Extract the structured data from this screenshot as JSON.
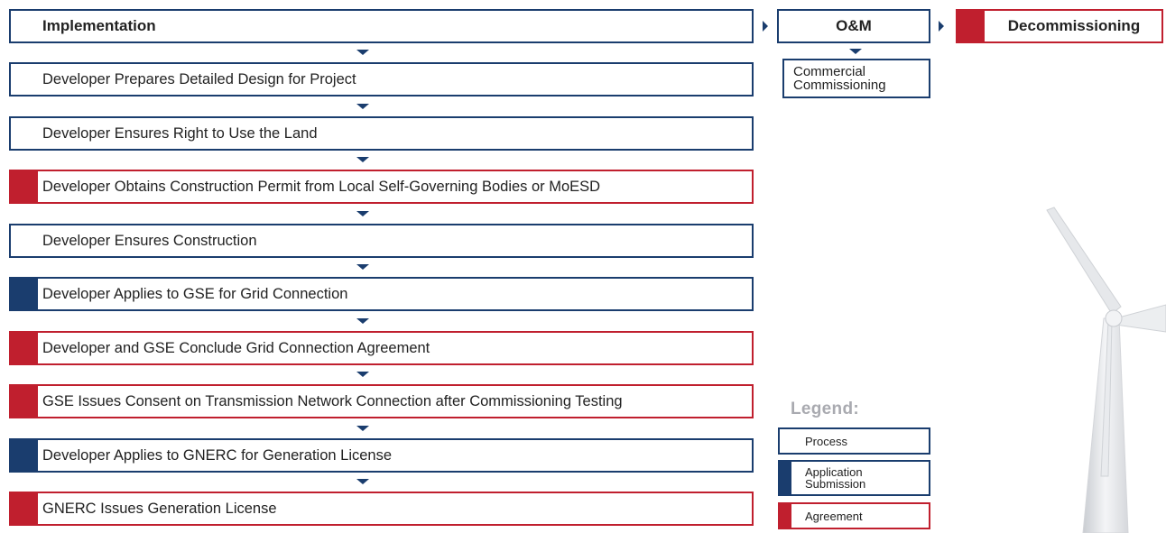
{
  "colors": {
    "navy": "#1a3d6e",
    "red": "#c01f2e",
    "legend_gray": "#a9aab0"
  },
  "phases": {
    "implementation": "Implementation",
    "om": "O&M",
    "decommissioning": "Decommissioning"
  },
  "steps": [
    {
      "label": "Developer Prepares Detailed Design for Project",
      "type": "process"
    },
    {
      "label": "Developer Ensures Right to Use the Land",
      "type": "process"
    },
    {
      "label": "Developer Obtains Construction Permit from Local Self-Governing Bodies or MoESD",
      "type": "agreement"
    },
    {
      "label": "Developer Ensures Construction",
      "type": "process"
    },
    {
      "label": "Developer Applies to GSE for Grid Connection",
      "type": "application"
    },
    {
      "label": "Developer and GSE Conclude Grid Connection  Agreement",
      "type": "agreement"
    },
    {
      "label": "GSE Issues Consent on Transmission Network Connection after Commissioning Testing",
      "type": "agreement"
    },
    {
      "label": "Developer Applies to GNERC for Generation License",
      "type": "application"
    },
    {
      "label": "GNERC Issues Generation License",
      "type": "agreement"
    }
  ],
  "om_steps": [
    {
      "label": "Commercial Commissioning",
      "type": "process"
    }
  ],
  "legend": {
    "title": "Legend:",
    "items": [
      {
        "label": "Process",
        "type": "process"
      },
      {
        "label": "Application Submission",
        "type": "application"
      },
      {
        "label": "Agreement",
        "type": "agreement"
      }
    ]
  }
}
